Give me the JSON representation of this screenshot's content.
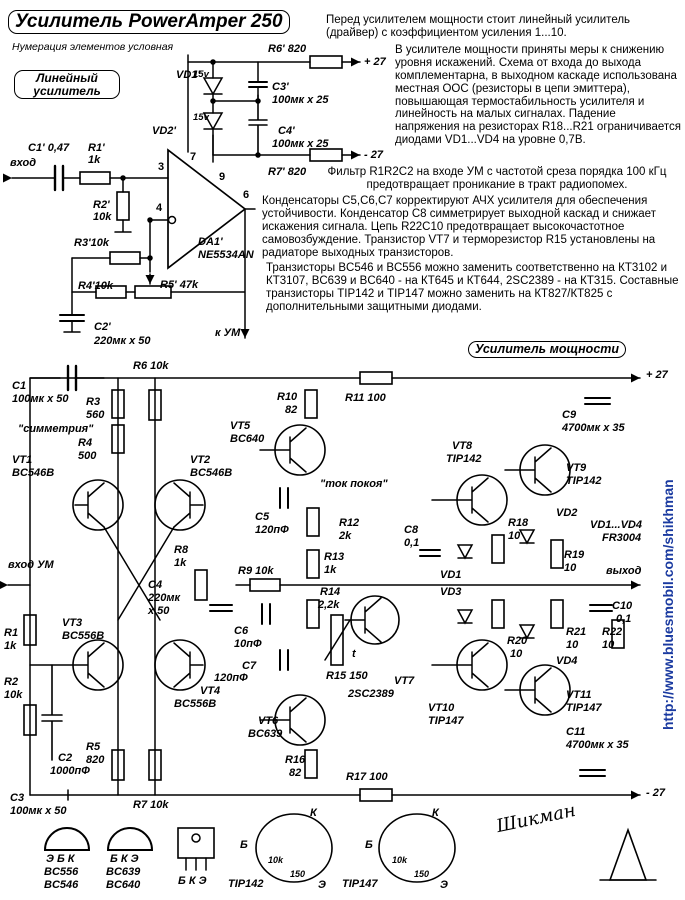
{
  "title": "Усилитель PowerAmper 250",
  "subtitle": "Нумерация элементов условная",
  "preamp_label": "Линейный усилитель",
  "amp_label": "Усилитель мощности",
  "notes": {
    "n1": "Перед усилителем мощности стоит линейный усилитель (драйвер) с коэффициентом усиления 1...10.",
    "n2": "В усилителе мощности приняты меры к снижению уровня искажений. Схема от входа до выхода комплементарна, в выходном каскаде использована местная ООС (резисторы в цепи эмиттера), повышающая термостабильность усилителя и линейность на малых сигналах. Падение напряжения на резисторах R18...R21 ограничивается диодами VD1...VD4 на уровне 0,7В.",
    "n3": "Фильтр R1R2C2 на входе УМ с частотой среза порядка 100 кГц предотвращает проникание в тракт радиопомех.",
    "n4": "Конденсаторы C5,C6,C7 корректируют АЧХ усилителя для обеспечения устойчивости. Конденсатор C8 симметрирует выходной каскад и снижает искажения сигнала. Цепь R22C10 предотвращает высокочастотное самовозбуждение. Транзистор VT7 и терморезистор R15 установлены на радиаторе выходных транзисторов.",
    "n5": "Транзисторы BC546 и BC556 можно заменить соответственно на КТ3102 и КТ3107, BC639 и BC640 - на КТ645 и КТ644, 2SC2389 - на КТ315. Составные транзисторы TIP142 и TIP147 можно заменить на КТ827/КТ825 с дополнительными защитными диодами."
  },
  "url": "http://www.bluesmobil.com/shikhman",
  "labels": {
    "vd1p": "VD1'",
    "vd2p": "VD2'",
    "v15a": "15v",
    "v15b": "15v",
    "r6p": "R6' 820",
    "r7p": "R7' 820",
    "p27a": "+ 27",
    "m27a": "- 27",
    "c3p": "C3'",
    "c3pv": "100мк x 25",
    "c4p": "C4'",
    "c4pv": "100мк x 25",
    "c1p": "C1' 0,47",
    "r1p": "R1'",
    "r1pv": "1k",
    "vhod": "вход",
    "r2p": "R2'",
    "r2pv": "10k",
    "pin3": "3",
    "pin4": "4",
    "pin7": "7",
    "pin9": "9",
    "pin6": "6",
    "da1": "DA1'",
    "da1v": "NE5534AN",
    "r3p": "R3'10k",
    "r4p": "R4'10k",
    "r5p": "R5' 47k",
    "c2p": "C2'",
    "c2pv": "220мк x 50",
    "kum": "к УМ",
    "c1": "C1",
    "c1v": "100мк x 50",
    "r6": "R6 10k",
    "r3": "R3",
    "r3v": "560",
    "sym": "\"симметрия\"",
    "r4": "R4",
    "r4v": "500",
    "vt1": "VT1",
    "vt1v": "BC546B",
    "vt2": "VT2",
    "vt2v": "BC546B",
    "r10": "R10",
    "r10v": "82",
    "vt5": "VT5",
    "vt5v": "BC640",
    "r11": "R11 100",
    "tok": "\"ток покоя\"",
    "c5": "C5",
    "c5v": "120пФ",
    "r12": "R12",
    "r12v": "2k",
    "r13": "R13",
    "r13v": "1k",
    "r8": "R8",
    "r8v": "1k",
    "r9": "R9 10k",
    "c4": "C4",
    "c4v": "220мк",
    "c4v2": "x 50",
    "c6": "C6",
    "c6v": "10пФ",
    "r14": "R14",
    "r14v": "2,2k",
    "vt7": "VT7",
    "vt7v": "2SC2389",
    "r15": "R15 150",
    "tsym": "t",
    "c7": "C7",
    "c7v": "120пФ",
    "vhodum": "вход УМ",
    "r1": "R1",
    "r1v": "1k",
    "r2": "R2",
    "r2v": "10k",
    "vt3": "VT3",
    "vt3v": "BC556B",
    "vt4": "VT4",
    "vt4v": "BC556B",
    "c2": "C2",
    "c2v": "1000пФ",
    "r5": "R5",
    "r5v": "820",
    "vt6": "VT6",
    "vt6v": "BC639",
    "r16": "R16",
    "r16v": "82",
    "c3": "C3",
    "c3v": "100мк x 50",
    "r7": "R7 10k",
    "r17": "R17 100",
    "vt8": "VT8",
    "vt8v": "TIP142",
    "vt9": "VT9",
    "vt9v": "TIP142",
    "c9": "C9",
    "c9v": "4700мк x 35",
    "c8": "C8",
    "c8v": "0,1",
    "r18": "R18",
    "r18v": "10",
    "vd2": "VD2",
    "vd14": "VD1...VD4",
    "vd14v": "FR3004",
    "r19": "R19",
    "r19v": "10",
    "vd1": "VD1",
    "vd3": "VD3",
    "vyhod": "выход",
    "c10": "C10",
    "c10v": "0,1",
    "r21": "R21",
    "r21v": "10",
    "r22": "R22",
    "r22v": "10",
    "r20": "R20",
    "r20v": "10",
    "vd4": "VD4",
    "vt10": "VT10",
    "vt10v": "TIP147",
    "vt11": "VT11",
    "vt11v": "TIP147",
    "c11": "C11",
    "c11v": "4700мк x 35",
    "p27b": "+ 27",
    "m27b": "- 27",
    "pk1": "Э Б К",
    "pk1a": "BC556",
    "pk1b": "BC546",
    "pk2": "Б К Э",
    "pk2a": "BC639",
    "pk2b": "BC640",
    "pk3": "Б К Э",
    "tip142": "TIP142",
    "tip147": "TIP147",
    "dk": "К",
    "db": "Б",
    "de": "Э",
    "r10k": "10k",
    "r150": "150",
    "sign": "Шикман"
  }
}
